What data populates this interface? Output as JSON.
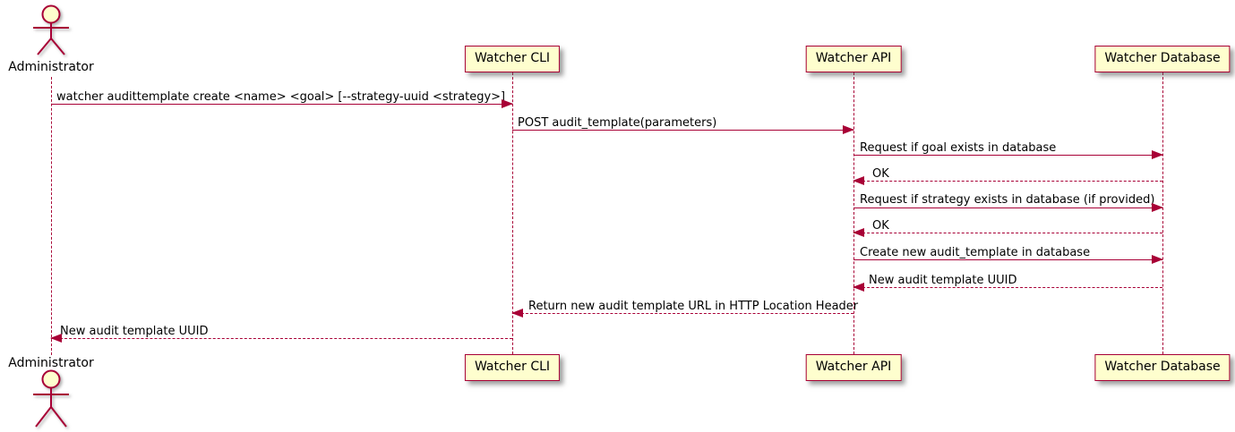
{
  "diagram": {
    "type": "sequence",
    "background": "#FFFFFF",
    "colors": {
      "line": "#A80036",
      "participant_fill": "#FEFECE",
      "text": "#000000"
    },
    "participants": [
      {
        "id": "administrator",
        "kind": "actor",
        "label": "Administrator"
      },
      {
        "id": "watcher-cli",
        "kind": "participant",
        "label": "Watcher CLI"
      },
      {
        "id": "watcher-api",
        "kind": "participant",
        "label": "Watcher API"
      },
      {
        "id": "watcher-database",
        "kind": "participant",
        "label": "Watcher Database"
      }
    ],
    "messages": [
      {
        "from": "Administrator",
        "to": "Watcher CLI",
        "style": "solid",
        "text": "watcher audittemplate create <name> <goal> [--strategy-uuid <strategy>]"
      },
      {
        "from": "Watcher CLI",
        "to": "Watcher API",
        "style": "solid",
        "text": "POST audit_template(parameters)"
      },
      {
        "from": "Watcher API",
        "to": "Watcher Database",
        "style": "solid",
        "text": "Request if goal exists in database"
      },
      {
        "from": "Watcher Database",
        "to": "Watcher API",
        "style": "dashed",
        "text": "OK"
      },
      {
        "from": "Watcher API",
        "to": "Watcher Database",
        "style": "solid",
        "text": "Request if strategy exists in database (if provided)"
      },
      {
        "from": "Watcher Database",
        "to": "Watcher API",
        "style": "dashed",
        "text": "OK"
      },
      {
        "from": "Watcher API",
        "to": "Watcher Database",
        "style": "solid",
        "text": "Create new audit_template in database"
      },
      {
        "from": "Watcher Database",
        "to": "Watcher API",
        "style": "dashed",
        "text": "New audit template UUID"
      },
      {
        "from": "Watcher API",
        "to": "Watcher CLI",
        "style": "dashed",
        "text": "Return new audit template URL in HTTP Location Header"
      },
      {
        "from": "Watcher CLI",
        "to": "Administrator",
        "style": "dashed",
        "text": "New audit template UUID"
      }
    ]
  }
}
